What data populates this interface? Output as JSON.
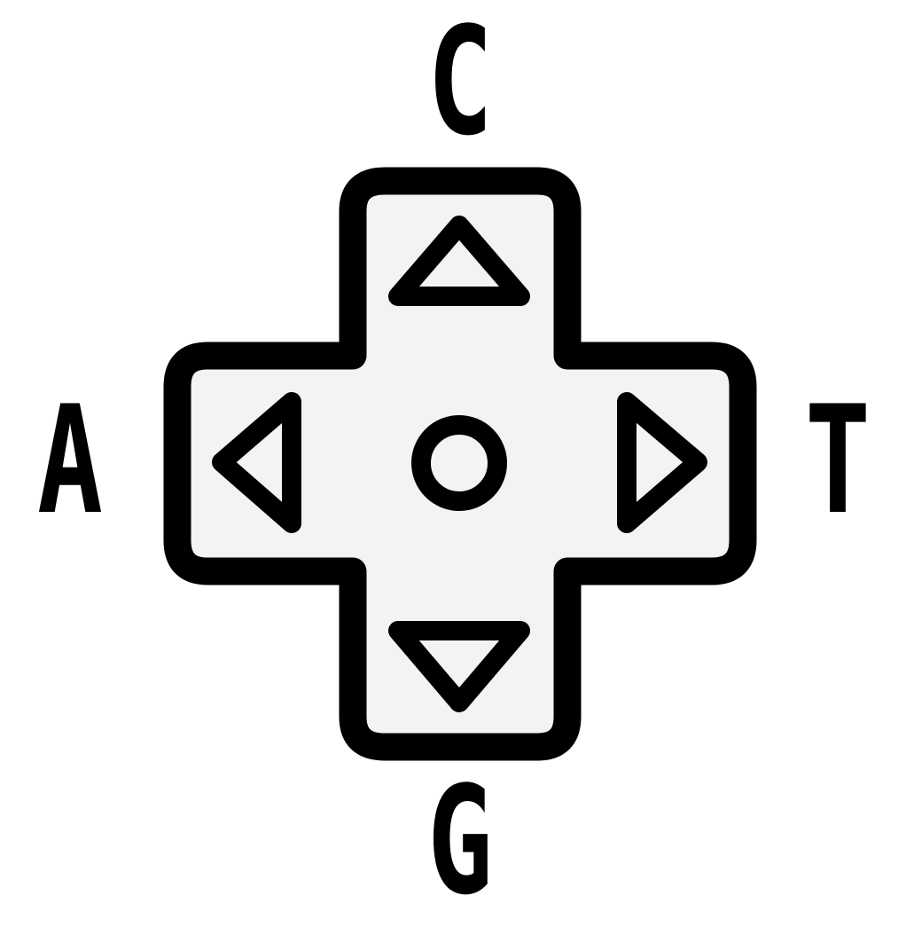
{
  "labels": {
    "top": "C",
    "left": "A",
    "right": "T",
    "bottom": "G"
  },
  "colors": {
    "stroke": "#000000",
    "fill": "#f3f3f5",
    "background": "#ffffff"
  },
  "icons": {
    "pad": "dpad-icon",
    "up": "up-arrow-icon",
    "down": "down-arrow-icon",
    "left": "left-arrow-icon",
    "right": "right-arrow-icon",
    "center": "center-button-icon"
  }
}
